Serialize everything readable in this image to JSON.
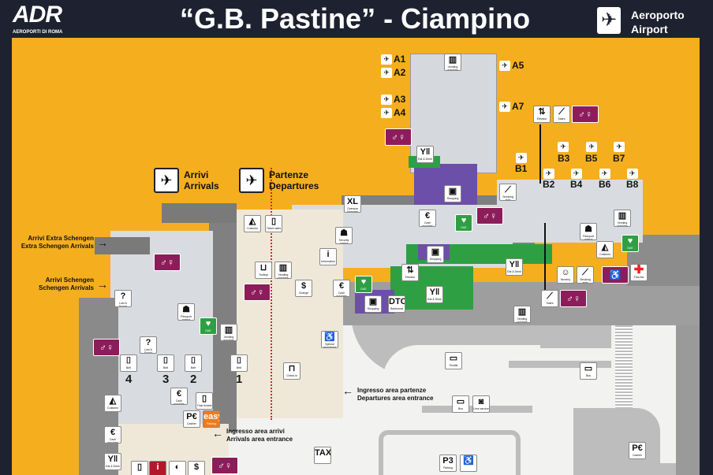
{
  "header": {
    "logo": "ADR",
    "logo_subtitle": "AEROPORTI DI ROMA",
    "title": "“G.B. Pastine” - Ciampino",
    "airport_it": "Aeroporto",
    "airport_en": "Airport"
  },
  "colors": {
    "airside": "#f5ae1e",
    "frame": "#1e2230",
    "wc": "#8c1d5a",
    "green": "#2ea043",
    "shops": "#6b4fa8",
    "hall": "#d8dce0",
    "checkin_hall": "#efe8d8",
    "landside": "#f2f2f0"
  },
  "signs": {
    "arrivals_it": "Arrivi",
    "arrivals_en": "Arrivals",
    "departures_it": "Partenze",
    "departures_en": "Departures",
    "extra_schengen_it": "Arrivi Extra Schengen",
    "extra_schengen_en": "Extra Schengen Arrivals",
    "schengen_it": "Arrivi Schengen",
    "schengen_en": "Schengen Arrivals",
    "dep_entrance_it": "Ingresso area partenze",
    "dep_entrance_en": "Departures area entrance",
    "arr_entrance_it": "Ingresso area arrivi",
    "arr_entrance_en": "Arrivals area entrance"
  },
  "gates": [
    "A1",
    "A2",
    "A3",
    "A4",
    "A5",
    "A7",
    "B1",
    "B2",
    "B3",
    "B4",
    "B5",
    "B6",
    "B7",
    "B8"
  ],
  "belt_numbers": [
    "4",
    "3",
    "2",
    "1"
  ],
  "tiles": [
    {
      "icon": "vending-machine",
      "glyph": "▥",
      "label": "Vending machine",
      "kind": ""
    },
    {
      "icon": "elevator",
      "glyph": "⇅",
      "label": "Elevator",
      "kind": ""
    },
    {
      "icon": "stairs",
      "glyph": "⟋",
      "label": "Stairs",
      "kind": ""
    },
    {
      "icon": "toilets",
      "glyph": "♂♀♿",
      "label": "",
      "kind": "wc"
    },
    {
      "icon": "toilets",
      "glyph": "♂♀♿",
      "label": "",
      "kind": "wc"
    },
    {
      "icon": "eat-drink",
      "glyph": "Y‖",
      "label": "Eat & Drink",
      "kind": ""
    },
    {
      "icon": "shopping",
      "glyph": "▣",
      "label": "Shopping",
      "kind": ""
    },
    {
      "icon": "cash-machine",
      "glyph": "€",
      "label": "Cash machine",
      "kind": ""
    },
    {
      "icon": "defibrillator",
      "glyph": "♥",
      "label": "DAE",
      "kind": "dae"
    },
    {
      "icon": "toilets",
      "glyph": "♂♀♿",
      "label": "",
      "kind": "wc"
    },
    {
      "icon": "smoking-area",
      "glyph": "⟋",
      "label": "Smoking area",
      "kind": ""
    },
    {
      "icon": "oversize-baggage",
      "glyph": "XL",
      "label": "Oversize baggage",
      "kind": ""
    },
    {
      "icon": "security-control",
      "glyph": "☗",
      "label": "Security control",
      "kind": ""
    },
    {
      "icon": "information",
      "glyph": "i",
      "label": "Information",
      "kind": ""
    },
    {
      "icon": "shopping",
      "glyph": "▣",
      "label": "Shopping",
      "kind": ""
    },
    {
      "icon": "elevator",
      "glyph": "⇅",
      "label": "Elevator",
      "kind": ""
    },
    {
      "icon": "eat-drink",
      "glyph": "Y‖",
      "label": "Eat & Drink",
      "kind": ""
    },
    {
      "icon": "cash-machine",
      "glyph": "€",
      "label": "Cash machine",
      "kind": ""
    },
    {
      "icon": "defibrillator",
      "glyph": "♥",
      "label": "DAE",
      "kind": "dae"
    },
    {
      "icon": "shopping",
      "glyph": "▣",
      "label": "Shopping",
      "kind": ""
    },
    {
      "icon": "duty-free",
      "glyph": "DTC",
      "label": "Bankomat",
      "kind": ""
    },
    {
      "icon": "eat-drink",
      "glyph": "Y‖",
      "label": "Eat & Drink",
      "kind": ""
    },
    {
      "icon": "vending-machine",
      "glyph": "▥",
      "label": "Vending machine",
      "kind": ""
    },
    {
      "icon": "passport-control",
      "glyph": "☗",
      "label": "Passport control",
      "kind": ""
    },
    {
      "icon": "defibrillator",
      "glyph": "♥",
      "label": "DAE",
      "kind": "dae"
    },
    {
      "icon": "customs",
      "glyph": "◭",
      "label": "Customs",
      "kind": ""
    },
    {
      "icon": "nursery",
      "glyph": "☺",
      "label": "Nursery",
      "kind": ""
    },
    {
      "icon": "smoking-area",
      "glyph": "⟋",
      "label": "Smoking area",
      "kind": ""
    },
    {
      "icon": "accessible",
      "glyph": "♿",
      "label": "",
      "kind": "wc"
    },
    {
      "icon": "first-aid",
      "glyph": "✚",
      "label": "First Aid",
      "kind": "aid"
    },
    {
      "icon": "stairs",
      "glyph": "⟋",
      "label": "Stairs",
      "kind": ""
    },
    {
      "icon": "toilets",
      "glyph": "♂♀",
      "label": "",
      "kind": "wc"
    },
    {
      "icon": "vending-machine",
      "glyph": "▥",
      "label": "Vending machine",
      "kind": ""
    },
    {
      "icon": "customs",
      "glyph": "◭",
      "label": "Customs",
      "kind": ""
    },
    {
      "icon": "ticket-sales",
      "glyph": "▯",
      "label": "Ticket sales",
      "kind": ""
    },
    {
      "icon": "trolleys",
      "glyph": "⊔",
      "label": "Trolleys",
      "kind": ""
    },
    {
      "icon": "vending-machine",
      "glyph": "▥",
      "label": "Vending machine",
      "kind": ""
    },
    {
      "icon": "change",
      "glyph": "$",
      "label": "Change",
      "kind": ""
    },
    {
      "icon": "toilets",
      "glyph": "♂♀♿",
      "label": "",
      "kind": "wc"
    },
    {
      "icon": "toilets",
      "glyph": "♂♀♿",
      "label": "",
      "kind": "wc"
    },
    {
      "icon": "lost-found",
      "glyph": "?",
      "label": "Lost & Found",
      "kind": ""
    },
    {
      "icon": "passport-control",
      "glyph": "☗",
      "label": "Passport control",
      "kind": ""
    },
    {
      "icon": "defibrillator",
      "glyph": "♥",
      "label": "DAE",
      "kind": "dae"
    },
    {
      "icon": "vending-machine",
      "glyph": "▥",
      "label": "Vending machine",
      "kind": ""
    },
    {
      "icon": "toilets",
      "glyph": "♂♀♿",
      "label": "",
      "kind": "wc"
    },
    {
      "icon": "lost-found",
      "glyph": "?",
      "label": "Lost & Found",
      "kind": ""
    },
    {
      "icon": "baggage-belt",
      "glyph": "⌷",
      "label": "Belt",
      "kind": ""
    },
    {
      "icon": "baggage-belt",
      "glyph": "⌷",
      "label": "Belt",
      "kind": ""
    },
    {
      "icon": "baggage-belt",
      "glyph": "⌷",
      "label": "Belt",
      "kind": ""
    },
    {
      "icon": "baggage-belt",
      "glyph": "⌷",
      "label": "Belt",
      "kind": ""
    },
    {
      "icon": "special-assistance",
      "glyph": "♿",
      "label": "Special assistance",
      "kind": ""
    },
    {
      "icon": "check-in",
      "glyph": "⊓",
      "label": "Check-in",
      "kind": ""
    },
    {
      "icon": "cash-machine",
      "glyph": "€",
      "label": "Cash machine",
      "kind": ""
    },
    {
      "icon": "ticket-sales",
      "glyph": "▯",
      "label": "Train tickets",
      "kind": ""
    },
    {
      "icon": "customs",
      "glyph": "◭",
      "label": "Customs",
      "kind": ""
    },
    {
      "icon": "parking-cashier",
      "glyph": "P€",
      "label": "Cashier",
      "kind": ""
    },
    {
      "icon": "easy-parking",
      "glyph": "easy",
      "label": "Parking",
      "kind": "easy"
    },
    {
      "icon": "cash-machine",
      "glyph": "€",
      "label": "Cash machine",
      "kind": ""
    },
    {
      "icon": "eat-drink",
      "glyph": "Y‖",
      "label": "Eat & Drink",
      "kind": ""
    },
    {
      "icon": "ticket-sales",
      "glyph": "▯",
      "label": "",
      "kind": ""
    },
    {
      "icon": "information",
      "glyph": "i",
      "label": "",
      "kind": "red"
    },
    {
      "icon": "tour",
      "glyph": "◐",
      "label": "",
      "kind": ""
    },
    {
      "icon": "change",
      "glyph": "$",
      "label": "",
      "kind": ""
    },
    {
      "icon": "toilets",
      "glyph": "♂♀♿",
      "label": "",
      "kind": "wc"
    },
    {
      "icon": "taxi",
      "glyph": "TAXI",
      "label": "",
      "kind": ""
    },
    {
      "icon": "shuttle-bus",
      "glyph": "▭",
      "label": "Shuttle",
      "kind": ""
    },
    {
      "icon": "bus",
      "glyph": "▭",
      "label": "Bus",
      "kind": ""
    },
    {
      "icon": "bus",
      "glyph": "▭",
      "label": "Bus",
      "kind": ""
    },
    {
      "icon": "limo-service",
      "glyph": "◙",
      "label": "Limo service",
      "kind": ""
    },
    {
      "icon": "parking-p3",
      "glyph": "P3",
      "label": "Parking",
      "kind": ""
    },
    {
      "icon": "accessible",
      "glyph": "♿",
      "label": "",
      "kind": ""
    },
    {
      "icon": "parking-cashier",
      "glyph": "P€",
      "label": "Cashier",
      "kind": ""
    }
  ]
}
